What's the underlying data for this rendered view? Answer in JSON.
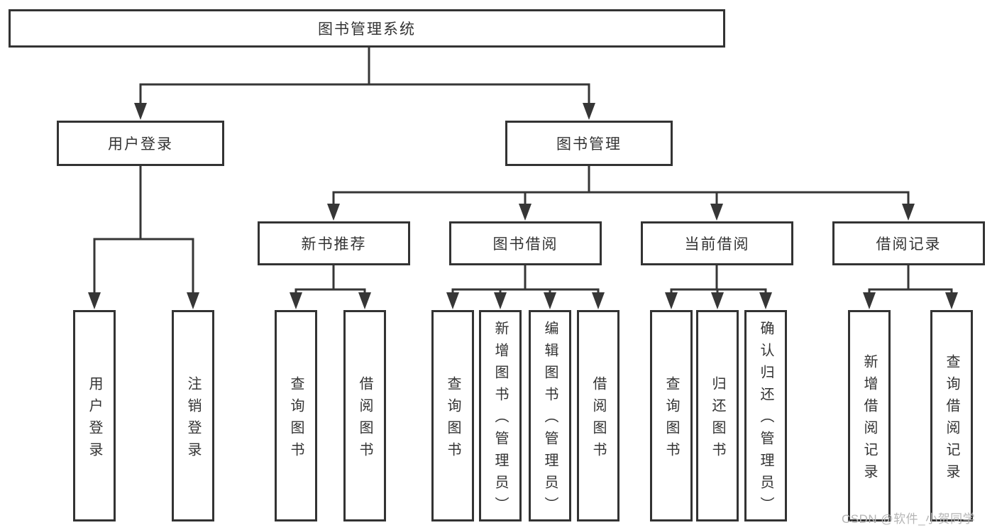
{
  "diagram": {
    "root": {
      "label": "图书管理系统"
    },
    "level2": [
      {
        "label": "用户登录"
      },
      {
        "label": "图书管理"
      }
    ],
    "level3": [
      {
        "label": "新书推荐"
      },
      {
        "label": "图书借阅"
      },
      {
        "label": "当前借阅"
      },
      {
        "label": "借阅记录"
      }
    ],
    "leaves": {
      "user_login": [
        "用户登录",
        "注销登录"
      ],
      "new_books": [
        "查询图书",
        "借阅图书"
      ],
      "book_borrow": [
        "查询图书",
        "新增图书（管理员）",
        "编辑图书（管理员）",
        "借阅图书"
      ],
      "current_borrow": [
        "查询图书",
        "归还图书",
        "确认归还（管理员）"
      ],
      "borrow_records": [
        "新增借阅记录",
        "查询借阅记录"
      ]
    }
  },
  "watermark": {
    "text": "CSDN @软件_小贺同学"
  },
  "colors": {
    "line": "#363636",
    "border": "#333333",
    "text": "#333333",
    "watermark_text": "#b5b5b5",
    "background": "#ffffff"
  }
}
